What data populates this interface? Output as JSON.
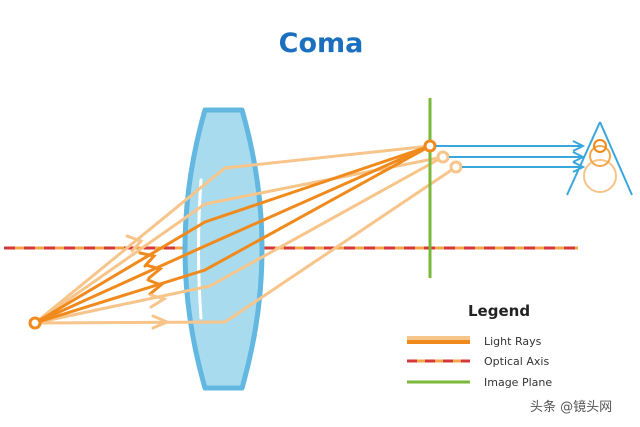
{
  "title": "Coma",
  "legend": {
    "title": "Legend",
    "items": [
      {
        "label": "Light Rays",
        "color": "#f59a2f"
      },
      {
        "label": "Optical Axis",
        "color": "#d6383a"
      },
      {
        "label": "Image Plane",
        "color": "#7ab83a"
      }
    ]
  },
  "watermark": "头条 @镜头网",
  "colors": {
    "title": "#1a6fbe",
    "ray_light": "#f7c48a",
    "ray_dark": "#f08a1c",
    "lens_fill": "#a9dbee",
    "lens_stroke": "#62b8e0",
    "axis_red": "#d6383a",
    "axis_orange": "#f2a64a",
    "image_plane": "#7ab83a",
    "output_ray": "#3aa7dc",
    "eye": "#3aa7dc"
  },
  "icons": [
    "point-source-icon",
    "lens-icon",
    "eye-icon",
    "coma-blur-icon"
  ]
}
